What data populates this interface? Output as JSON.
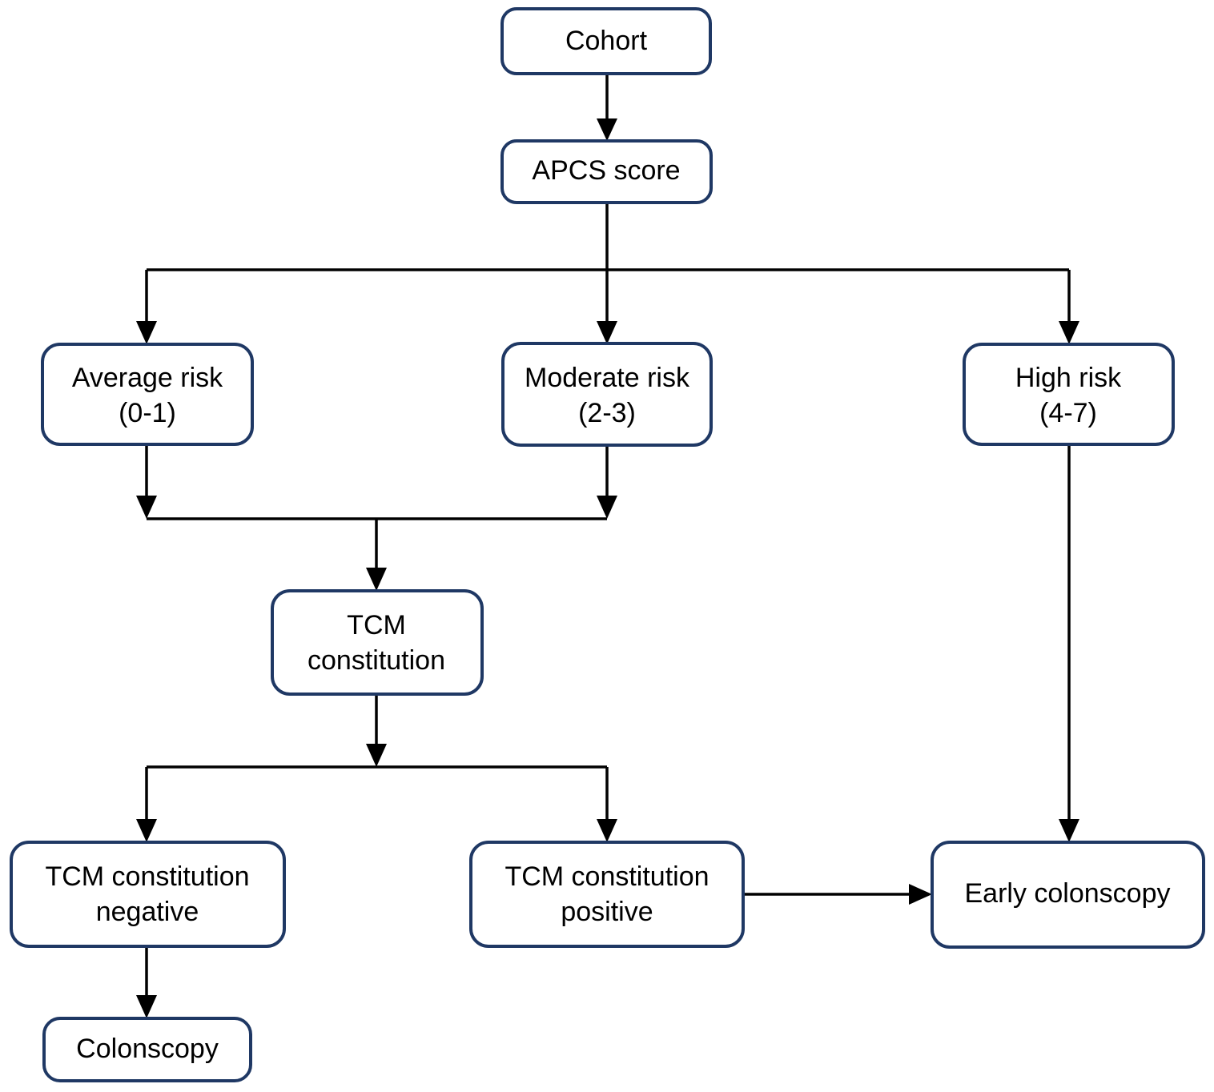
{
  "diagram": {
    "title": "Colorectal cancer screening risk stratification flowchart",
    "accent_color": "#1f3864",
    "edge_color": "#000000",
    "background_color": "#ffffff",
    "nodes": [
      {
        "id": "cohort",
        "label": "Cohort",
        "line1": "Cohort",
        "line2": ""
      },
      {
        "id": "apcs",
        "label": "APCS score",
        "line1": "APCS score",
        "line2": ""
      },
      {
        "id": "average-risk",
        "label": "Average risk (0-1)",
        "line1": "Average risk",
        "line2": "(0-1)"
      },
      {
        "id": "moderate-risk",
        "label": "Moderate risk (2-3)",
        "line1": "Moderate risk",
        "line2": "(2-3)"
      },
      {
        "id": "high-risk",
        "label": "High risk (4-7)",
        "line1": "High risk",
        "line2": "(4-7)"
      },
      {
        "id": "tcm",
        "label": "TCM constitution",
        "line1": "TCM",
        "line2": "constitution"
      },
      {
        "id": "tcm-negative",
        "label": "TCM constitution negative",
        "line1": "TCM constitution",
        "line2": "negative"
      },
      {
        "id": "tcm-positive",
        "label": "TCM constitution positive",
        "line1": "TCM constitution",
        "line2": "positive"
      },
      {
        "id": "early-colonscopy",
        "label": "Early colonscopy",
        "line1": "Early colonscopy",
        "line2": ""
      },
      {
        "id": "colonscopy",
        "label": "Colonscopy",
        "line1": "Colonscopy",
        "line2": ""
      }
    ],
    "edges": [
      {
        "from": "cohort",
        "to": "apcs",
        "type": "straight-down"
      },
      {
        "from": "apcs",
        "to": "average-risk",
        "type": "branch-left"
      },
      {
        "from": "apcs",
        "to": "moderate-risk",
        "type": "straight-down"
      },
      {
        "from": "apcs",
        "to": "high-risk",
        "type": "branch-right"
      },
      {
        "from": "average-risk",
        "to": "tcm",
        "type": "merge-left"
      },
      {
        "from": "moderate-risk",
        "to": "tcm",
        "type": "merge-right"
      },
      {
        "from": "tcm",
        "to": "tcm-negative",
        "type": "branch-left"
      },
      {
        "from": "tcm",
        "to": "tcm-positive",
        "type": "branch-right"
      },
      {
        "from": "tcm-negative",
        "to": "colonscopy",
        "type": "straight-down"
      },
      {
        "from": "tcm-positive",
        "to": "early-colonscopy",
        "type": "straight-right"
      },
      {
        "from": "high-risk",
        "to": "early-colonscopy",
        "type": "straight-down"
      }
    ]
  }
}
